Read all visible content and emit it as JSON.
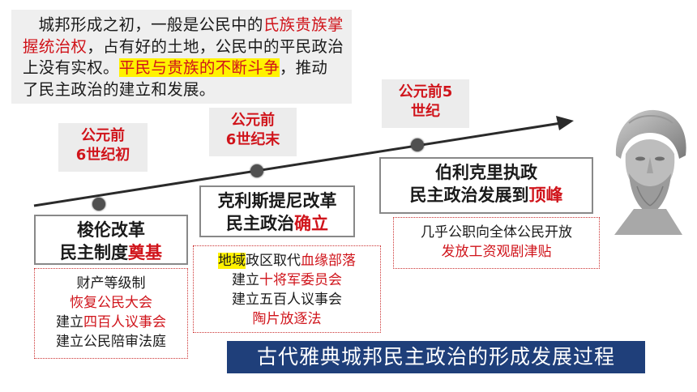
{
  "intro": {
    "p1": "城邦形成之初，一般是公民中的",
    "p2": "氏族贵族掌握统治权",
    "p3": "，占有好的土地，公民中的平民政治上没有实权。",
    "p4": "平民与贵族的不断斗争",
    "p5": "，推动了民主政治的建立和发展。"
  },
  "dates": {
    "d1": "公元前\n6世纪初",
    "d2": "公元前\n6世纪末",
    "d3": "公元前5\n世纪"
  },
  "stages": {
    "s1": {
      "line1": "梭伦改革",
      "line2_a": "民主制度",
      "line2_b": "奠基"
    },
    "s2": {
      "line1": "克利斯提尼改革",
      "line2_a": "民主政治",
      "line2_b": "确立"
    },
    "s3": {
      "line1": "伯利克里执政",
      "line2_a": "民主政治发展到",
      "line2_b": "顶峰"
    }
  },
  "details": {
    "solon": [
      "财产等级制",
      "恢复公民大会",
      "建立",
      "四百人议事会",
      "建立公民陪审法庭"
    ],
    "cleis": [
      "地域",
      "政区取代",
      "血缘部落",
      "建立",
      "十将军委员会",
      "建立五百人议事会",
      "陶片放逐法"
    ],
    "peric": [
      "几乎公职向全体公民开放",
      "发放工资观剧津贴"
    ]
  },
  "bottom_title": "古代雅典城邦民主政治的形成发展过程",
  "colors": {
    "accent_red": "#d0141b",
    "highlight": "#fff200",
    "title_bg": "#1f3f7a"
  }
}
